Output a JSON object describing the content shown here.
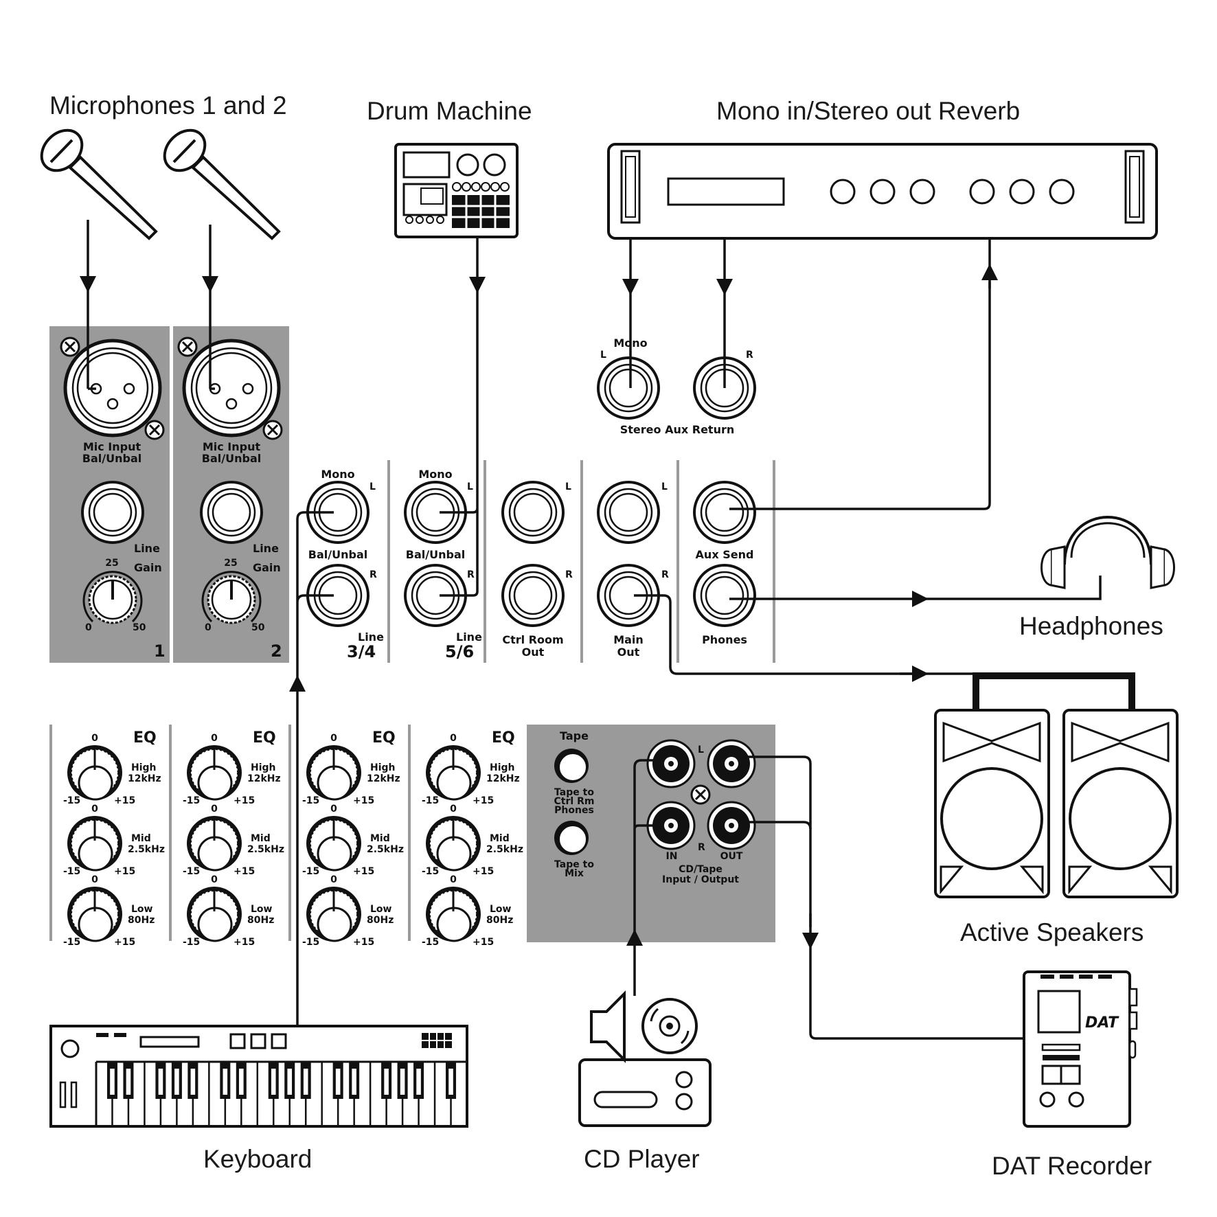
{
  "title_labels": {
    "microphones": "Microphones 1 and 2",
    "drum_machine": "Drum Machine",
    "reverb": "Mono in/Stereo out Reverb",
    "headphones": "Headphones",
    "active_speakers": "Active Speakers",
    "keyboard": "Keyboard",
    "cd_player": "CD Player",
    "dat_recorder": "DAT Recorder"
  },
  "mic_channels": [
    {
      "mic_label_1": "Mic Input",
      "mic_label_2": "Bal/Unbal",
      "line": "Line",
      "gain": "Gain",
      "gain_mid": "25",
      "gain_min": "0",
      "gain_max": "50",
      "number": "1"
    },
    {
      "mic_label_1": "Mic Input",
      "mic_label_2": "Bal/Unbal",
      "line": "Line",
      "gain": "Gain",
      "gain_mid": "25",
      "gain_min": "0",
      "gain_max": "50",
      "number": "2"
    }
  ],
  "aux_return": {
    "mono": "Mono",
    "left": "L",
    "right": "R",
    "label": "Stereo Aux Return"
  },
  "stereo_channels": [
    {
      "mono": "Mono",
      "left": "L",
      "bal": "Bal/Unbal",
      "right": "R",
      "line": "Line",
      "number": "3/4"
    },
    {
      "mono": "Mono",
      "left": "L",
      "bal": "Bal/Unbal",
      "right": "R",
      "line": "Line",
      "number": "5/6"
    }
  ],
  "outputs": {
    "ctrl_room": {
      "left": "L",
      "right": "R",
      "line1": "Ctrl Room",
      "line2": "Out"
    },
    "main": {
      "left": "L",
      "right": "R",
      "line1": "Main",
      "line2": "Out"
    },
    "aux_send": {
      "label": "Aux Send",
      "phones": "Phones"
    }
  },
  "eq_strips": [
    {
      "title": "EQ",
      "zero": "0",
      "min": "-15",
      "max": "+15",
      "high_1": "High",
      "high_2": "12kHz",
      "mid_1": "Mid",
      "mid_2": "2.5kHz",
      "low_1": "Low",
      "low_2": "80Hz"
    },
    {
      "title": "EQ",
      "zero": "0",
      "min": "-15",
      "max": "+15",
      "high_1": "High",
      "high_2": "12kHz",
      "mid_1": "Mid",
      "mid_2": "2.5kHz",
      "low_1": "Low",
      "low_2": "80Hz"
    },
    {
      "title": "EQ",
      "zero": "0",
      "min": "-15",
      "max": "+15",
      "high_1": "High",
      "high_2": "12kHz",
      "mid_1": "Mid",
      "mid_2": "2.5kHz",
      "low_1": "Low",
      "low_2": "80Hz"
    },
    {
      "title": "EQ",
      "zero": "0",
      "min": "-15",
      "max": "+15",
      "high_1": "High",
      "high_2": "12kHz",
      "mid_1": "Mid",
      "mid_2": "2.5kHz",
      "low_1": "Low",
      "low_2": "80Hz"
    }
  ],
  "tape_panel": {
    "title": "Tape",
    "btn1_1": "Tape to",
    "btn1_2": "Ctrl Rm",
    "btn1_3": "Phones",
    "btn2_1": "Tape to",
    "btn2_2": "Mix",
    "left": "L",
    "right": "R",
    "in": "IN",
    "out": "OUT",
    "io_1": "CD/Tape",
    "io_2": "Input / Output"
  },
  "dat_logo": "DAT"
}
